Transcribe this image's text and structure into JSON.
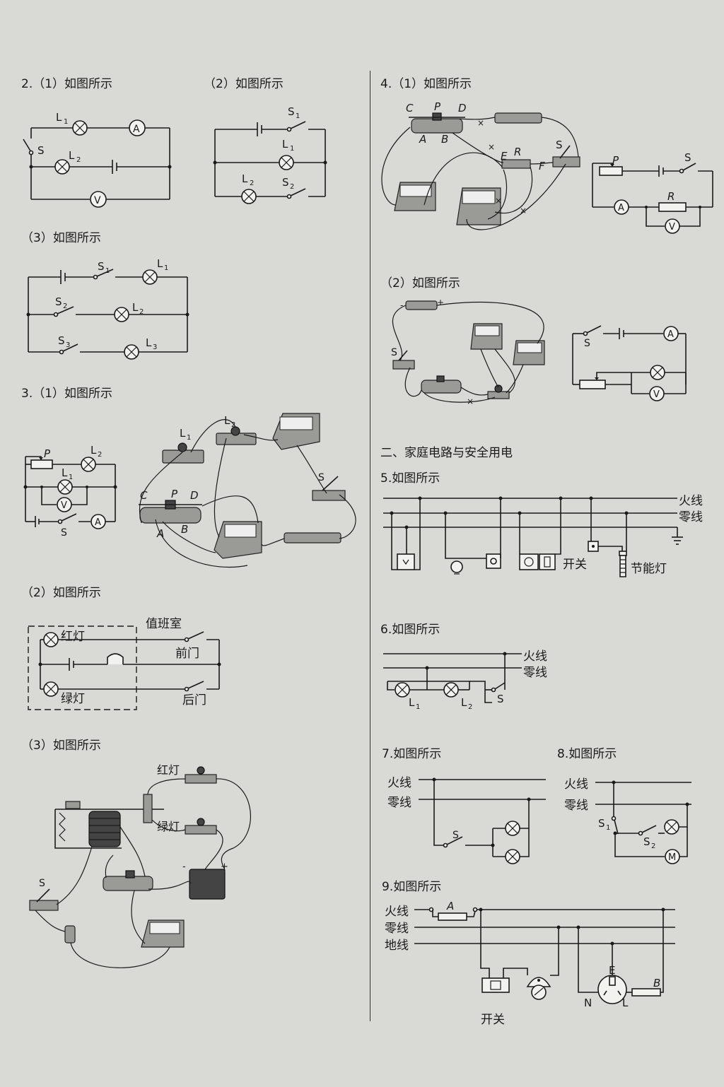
{
  "q2": {
    "p1": "2.（1）如图所示",
    "p2": "（2）如图所示",
    "p3": "（3）如图所示",
    "labels": {
      "L1": "L",
      "L2": "L",
      "L3": "L",
      "S": "S",
      "S1": "S",
      "S2": "S",
      "S3": "S",
      "A": "A",
      "V": "V",
      "sub1": "1",
      "sub2": "2",
      "sub3": "3"
    }
  },
  "q3": {
    "p1": "3.（1）如图所示",
    "p2": "（2）如图所示",
    "p3": "（3）如图所示",
    "duty_room": "值班室",
    "red_light": "红灯",
    "green_light": "绿灯",
    "front_door": "前门",
    "back_door": "后门",
    "terms": {
      "C": "C",
      "P": "P",
      "D": "D",
      "A": "A",
      "B": "B"
    },
    "red_light2": "红灯",
    "green_light2": "绿灯"
  },
  "q4": {
    "p1": "4.（1）如图所示",
    "p2": "（2）如图所示",
    "terms": {
      "C": "C",
      "P": "P",
      "D": "D",
      "A": "A",
      "B": "B",
      "E": "E",
      "R": "R",
      "F": "F",
      "S": "S"
    }
  },
  "section2": "二、家庭电路与安全用电",
  "q5": {
    "p": "5.如图所示",
    "live": "火线",
    "neutral": "零线",
    "switch": "开关",
    "cfl": "节能灯"
  },
  "q6": {
    "p": "6.如图所示",
    "live": "火线",
    "neutral": "零线"
  },
  "q7": {
    "p": "7.如图所示",
    "live": "火线",
    "neutral": "零线"
  },
  "q8": {
    "p": "8.如图所示",
    "live": "火线",
    "neutral": "零线",
    "M": "M"
  },
  "q9": {
    "p": "9.如图所示",
    "live": "火线",
    "neutral": "零线",
    "ground": "地线",
    "A": "A",
    "B": "B",
    "E": "E",
    "N": "N",
    "L": "L",
    "switch": "开关"
  }
}
